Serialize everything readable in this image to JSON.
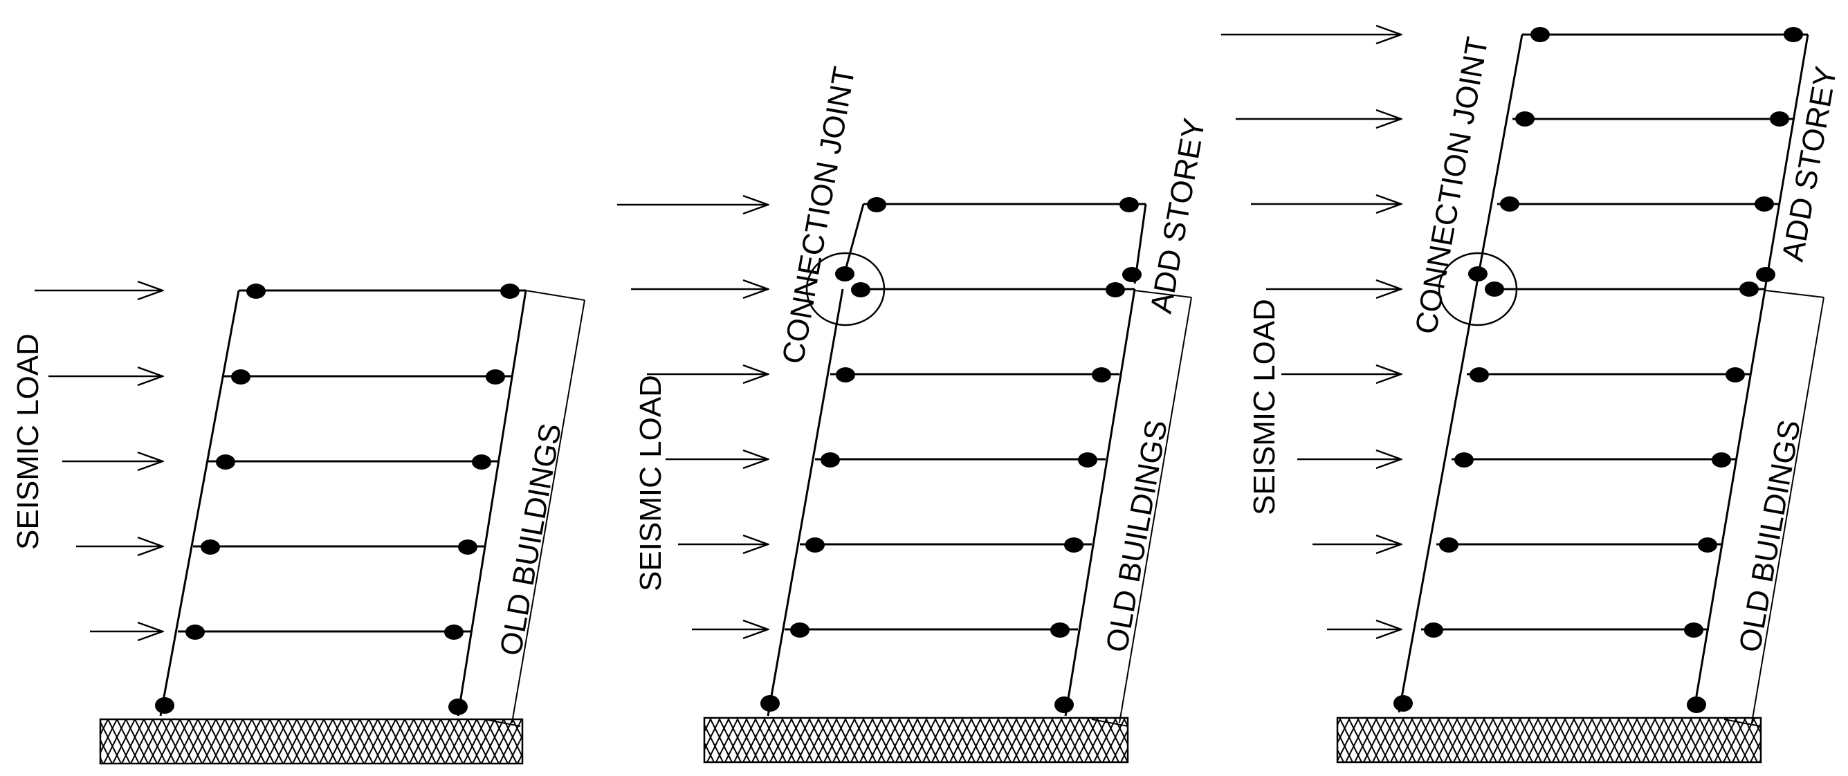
{
  "labels": {
    "seismic_load": "SEISMIC LOAD",
    "old_buildings": "OLD BUILDINGS",
    "connection_joint": "CONNECTION JOINT",
    "add_storey": "ADD STOREY"
  },
  "colors": {
    "line": "#000000",
    "node": "#000000",
    "background": "#ffffff"
  },
  "panels": [
    {
      "id": "original-building",
      "old_storeys": 5,
      "added_storeys": 0,
      "seismic_arrows": 5,
      "has_connection_joint": false
    },
    {
      "id": "one-storey-added",
      "old_storeys": 5,
      "added_storeys": 1,
      "seismic_arrows": 6,
      "has_connection_joint": true
    },
    {
      "id": "three-storeys-added",
      "old_storeys": 5,
      "added_storeys": 3,
      "seismic_arrows": 8,
      "has_connection_joint": true
    }
  ]
}
